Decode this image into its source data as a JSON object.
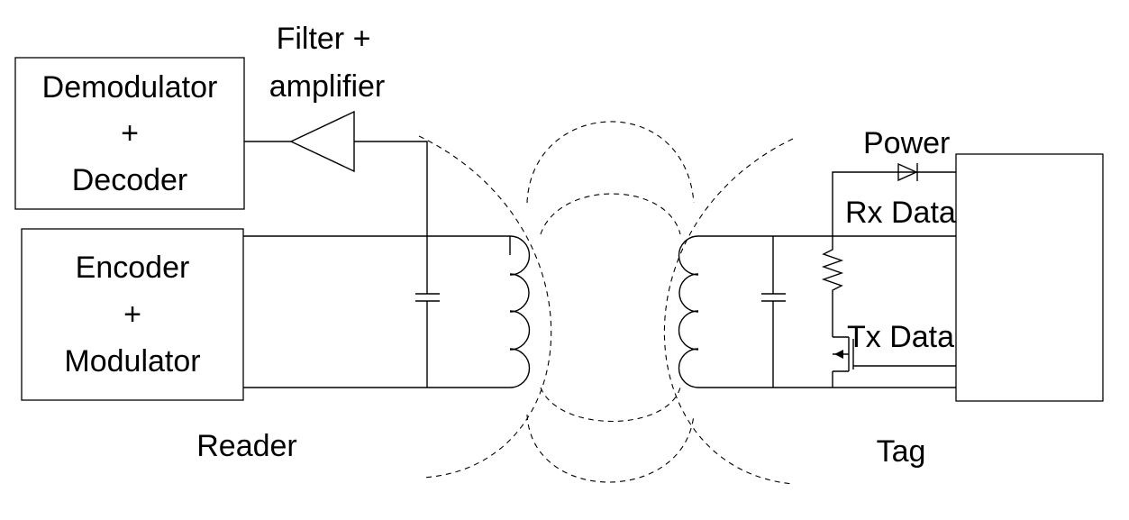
{
  "blocks": {
    "demodulator": {
      "line1": "Demodulator",
      "line2": "+",
      "line3": "Decoder"
    },
    "encoder": {
      "line1": "Encoder",
      "line2": "+",
      "line3": "Modulator"
    }
  },
  "amplifier": {
    "line1": "Filter +",
    "line2": "amplifier"
  },
  "tag_signals": {
    "power": "Power",
    "rx": "Rx Data",
    "tx": "Tx Data"
  },
  "sides": {
    "reader": "Reader",
    "tag": "Tag"
  }
}
